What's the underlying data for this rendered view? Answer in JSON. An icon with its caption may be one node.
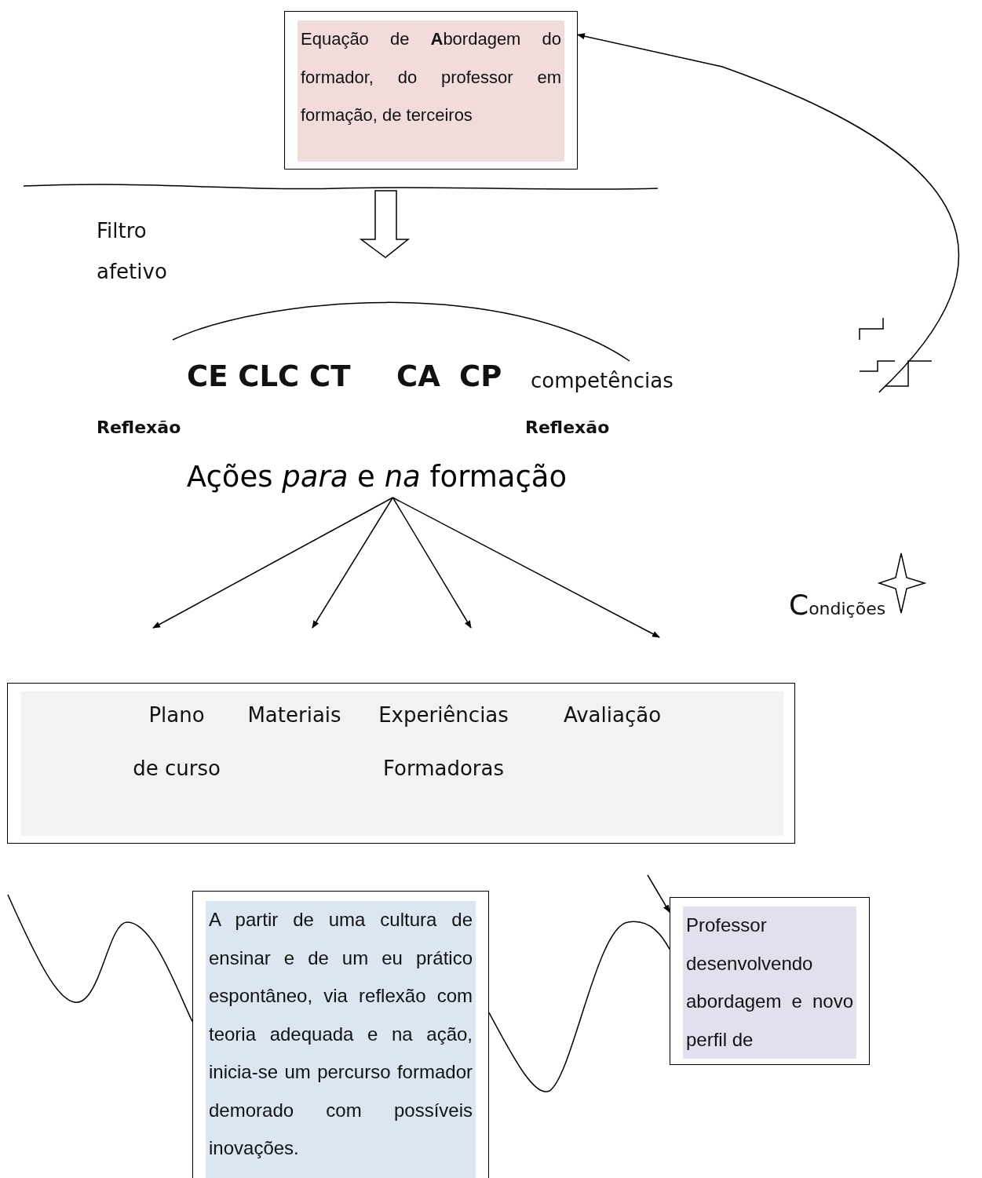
{
  "diagram": {
    "nodes": [
      {
        "text": [
          "Equação de **A**bordagem do formador, do professor em formação, de terceiros"
        ]
      },
      {
        "text": [
          "Ações *para* e *na* formação"
        ]
      },
      {
        "text": [
          "Plano de curso",
          "Materiais",
          "Experiências Formadoras",
          "Avaliação"
        ]
      },
      {
        "text": [
          "A partir de uma cultura de ensinar e de um eu prático espontâneo, via reflexão com teoria adequada e na ação, inicia-se um percurso formador demorado com possíveis inovações."
        ]
      },
      {
        "text": [
          "Professor desenvolvendo abordagem e novo perfil de"
        ]
      },
      {
        "text": [],
        "shape": "picture"
      }
    ],
    "edges": [
      {
        "from": 1,
        "to": null,
        "arrow": "to"
      },
      {
        "from": 1,
        "to": null,
        "arrow": "to"
      },
      {
        "from": 1,
        "to": null,
        "arrow": "to"
      },
      {
        "from": 1,
        "to": null,
        "arrow": "to"
      },
      {
        "from": 5,
        "to": 0,
        "arrow": "to"
      },
      {
        "from": null,
        "to": 4,
        "arrow": "to"
      },
      {
        "from": null,
        "to": 3,
        "arrow": "none"
      },
      {
        "from": 3,
        "to": 4,
        "arrow": "none"
      }
    ],
    "labels": [
      "Filtro afetivo",
      "CE CLC CT",
      "CA",
      "CP",
      "competências",
      "Reflexão",
      "Reflexão",
      "Condições"
    ]
  }
}
